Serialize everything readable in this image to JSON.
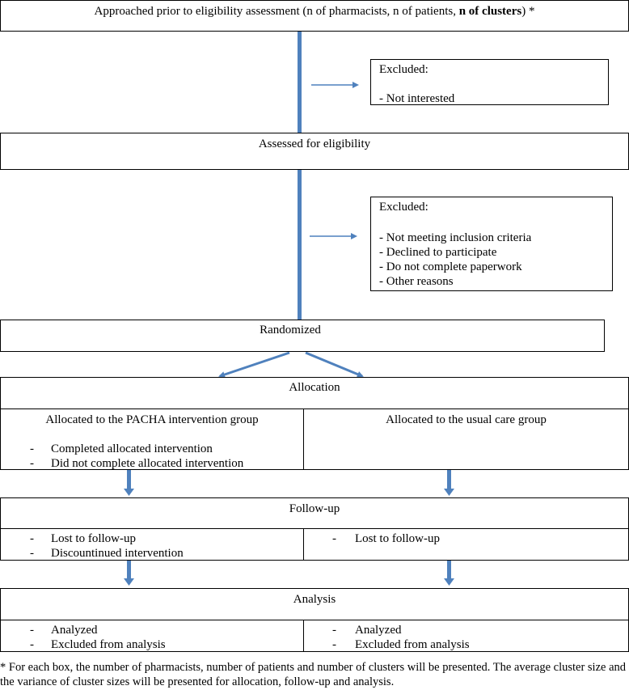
{
  "approached": {
    "text_prefix": "Approached prior to eligibility assessment (n of pharmacists, n of patients, ",
    "text_bold": "n of clusters",
    "text_suffix": ") *"
  },
  "excluded1": {
    "title": "Excluded:",
    "items": [
      "- Not interested"
    ]
  },
  "assessed": {
    "label": "Assessed for eligibility"
  },
  "excluded2": {
    "title": "Excluded:",
    "items": [
      "- Not meeting inclusion criteria",
      "- Declined to participate",
      "- Do not complete paperwork",
      "- Other reasons"
    ]
  },
  "randomized": {
    "label": "Randomized"
  },
  "allocation": {
    "label": "Allocation",
    "left_title": "Allocated to the PACHA intervention group",
    "left_items": [
      "Completed allocated intervention",
      "Did not complete allocated intervention"
    ],
    "right_title": "Allocated to the usual care group"
  },
  "followup": {
    "label": "Follow-up",
    "left_items": [
      "Lost to follow-up",
      "Discountinued intervention"
    ],
    "right_items": [
      "Lost to follow-up"
    ]
  },
  "analysis": {
    "label": "Analysis",
    "left_items": [
      "Analyzed",
      "Excluded from analysis"
    ],
    "right_items": [
      "Analyzed",
      "Excluded from analysis"
    ]
  },
  "bullet": "-",
  "footnote": "* For each box, the number of pharmacists, number of patients and number of clusters will be presented. The average cluster size and the variance of cluster sizes will be presented for allocation, follow-up and analysis.",
  "colors": {
    "arrow": "#4f81bd",
    "border": "#000000"
  }
}
